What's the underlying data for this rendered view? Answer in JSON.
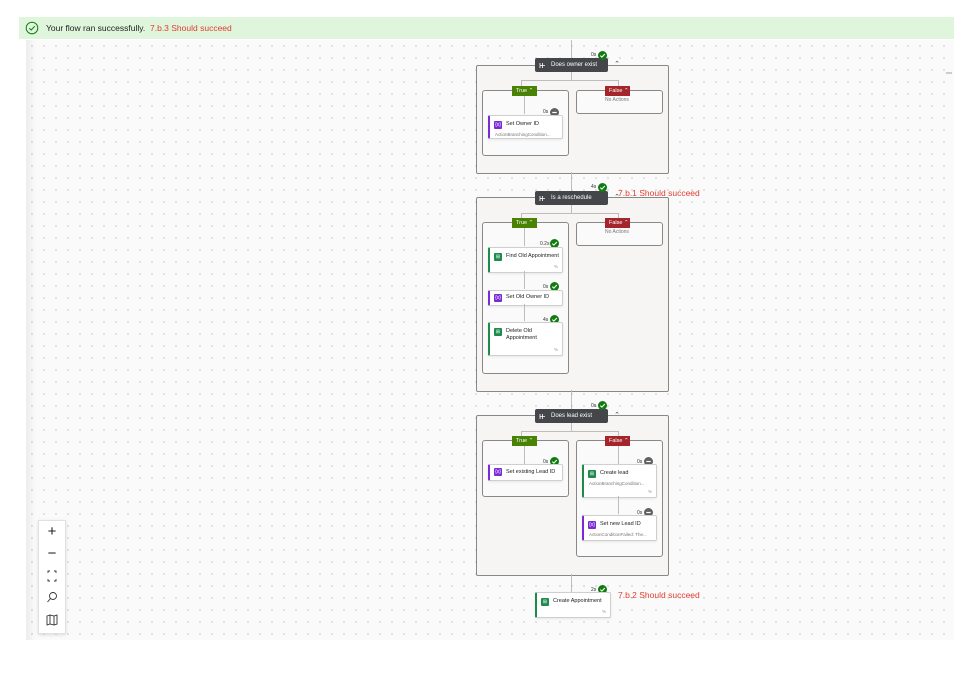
{
  "banner": {
    "message": "Your flow ran successfully.",
    "status_icon": "check-circle-icon"
  },
  "annotations": {
    "a1": "7.b.3 Should succeed",
    "a2": "7.b.1 Should succeed",
    "a3": "7.b.2 Should succeed"
  },
  "colors": {
    "success": "#107c10",
    "true_branch": "#498205",
    "false_branch": "#a4262c",
    "condition_header": "#44464a",
    "annotation": "#e03c2e"
  },
  "flow": {
    "cond1": {
      "title": "Does owner exist",
      "duration": "0s",
      "true_label": "True",
      "false_label": "False",
      "false_empty": "No Actions",
      "set_owner": {
        "title": "Set Owner ID",
        "duration": "0s",
        "status_text": "ActionBranchingCondition..."
      }
    },
    "cond2": {
      "title": "Is a reschedule",
      "duration": "4s",
      "true_label": "True",
      "false_label": "False",
      "false_empty": "No Actions",
      "find_old": {
        "title": "Find Old Appointment",
        "duration": "0.2s"
      },
      "set_old_owner": {
        "title": "Set Old Owner ID",
        "duration": "0s"
      },
      "delete_old": {
        "title": "Delete Old Appointment",
        "duration": "4s"
      }
    },
    "cond3": {
      "title": "Does lead exist",
      "duration": "0s",
      "true_label": "True",
      "false_label": "False",
      "set_existing_lead": {
        "title": "Set existing Lead ID",
        "duration": "0s"
      },
      "create_lead": {
        "title": "Create lead",
        "duration": "0s",
        "status_text": "ActionBranchingCondition..."
      },
      "set_new_lead": {
        "title": "Set new Lead ID",
        "duration": "0s",
        "status_text": "ActionConditionFailed: The..."
      }
    },
    "create_appointment": {
      "title": "Create Appointment",
      "duration": "2s"
    }
  },
  "zoom_controls": {
    "zoom_in": "+",
    "zoom_out": "−"
  }
}
